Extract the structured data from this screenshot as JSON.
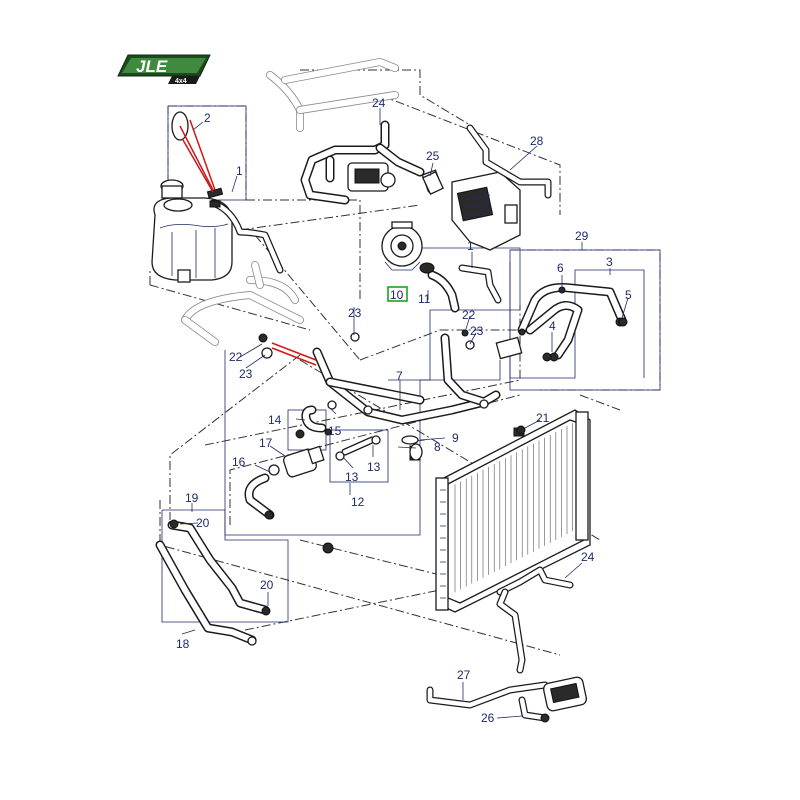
{
  "logo": {
    "brand": "JLE",
    "sub": "4x4"
  },
  "colors": {
    "callout": "#1f2a6b",
    "highlight_box": "#1aa51a",
    "leader_red": "#d01818",
    "logo_green": "#2e6b2e"
  },
  "callouts": {
    "c1a": "1",
    "c1b": "1",
    "c2": "2",
    "c3": "3",
    "c4": "4",
    "c5": "5",
    "c6": "6",
    "c7": "7",
    "c8": "8",
    "c9": "9",
    "c10": "10",
    "c11": "11",
    "c12": "12",
    "c13a": "13",
    "c13b": "13",
    "c14": "14",
    "c15": "15",
    "c16": "16",
    "c17": "17",
    "c18": "18",
    "c19": "19",
    "c20a": "20",
    "c20b": "20",
    "c21": "21",
    "c22a": "22",
    "c22b": "22",
    "c23a": "23",
    "c23b": "23",
    "c23c": "23",
    "c24a": "24",
    "c24b": "24",
    "c25": "25",
    "c26": "26",
    "c27": "27",
    "c28": "28",
    "c29": "29"
  }
}
